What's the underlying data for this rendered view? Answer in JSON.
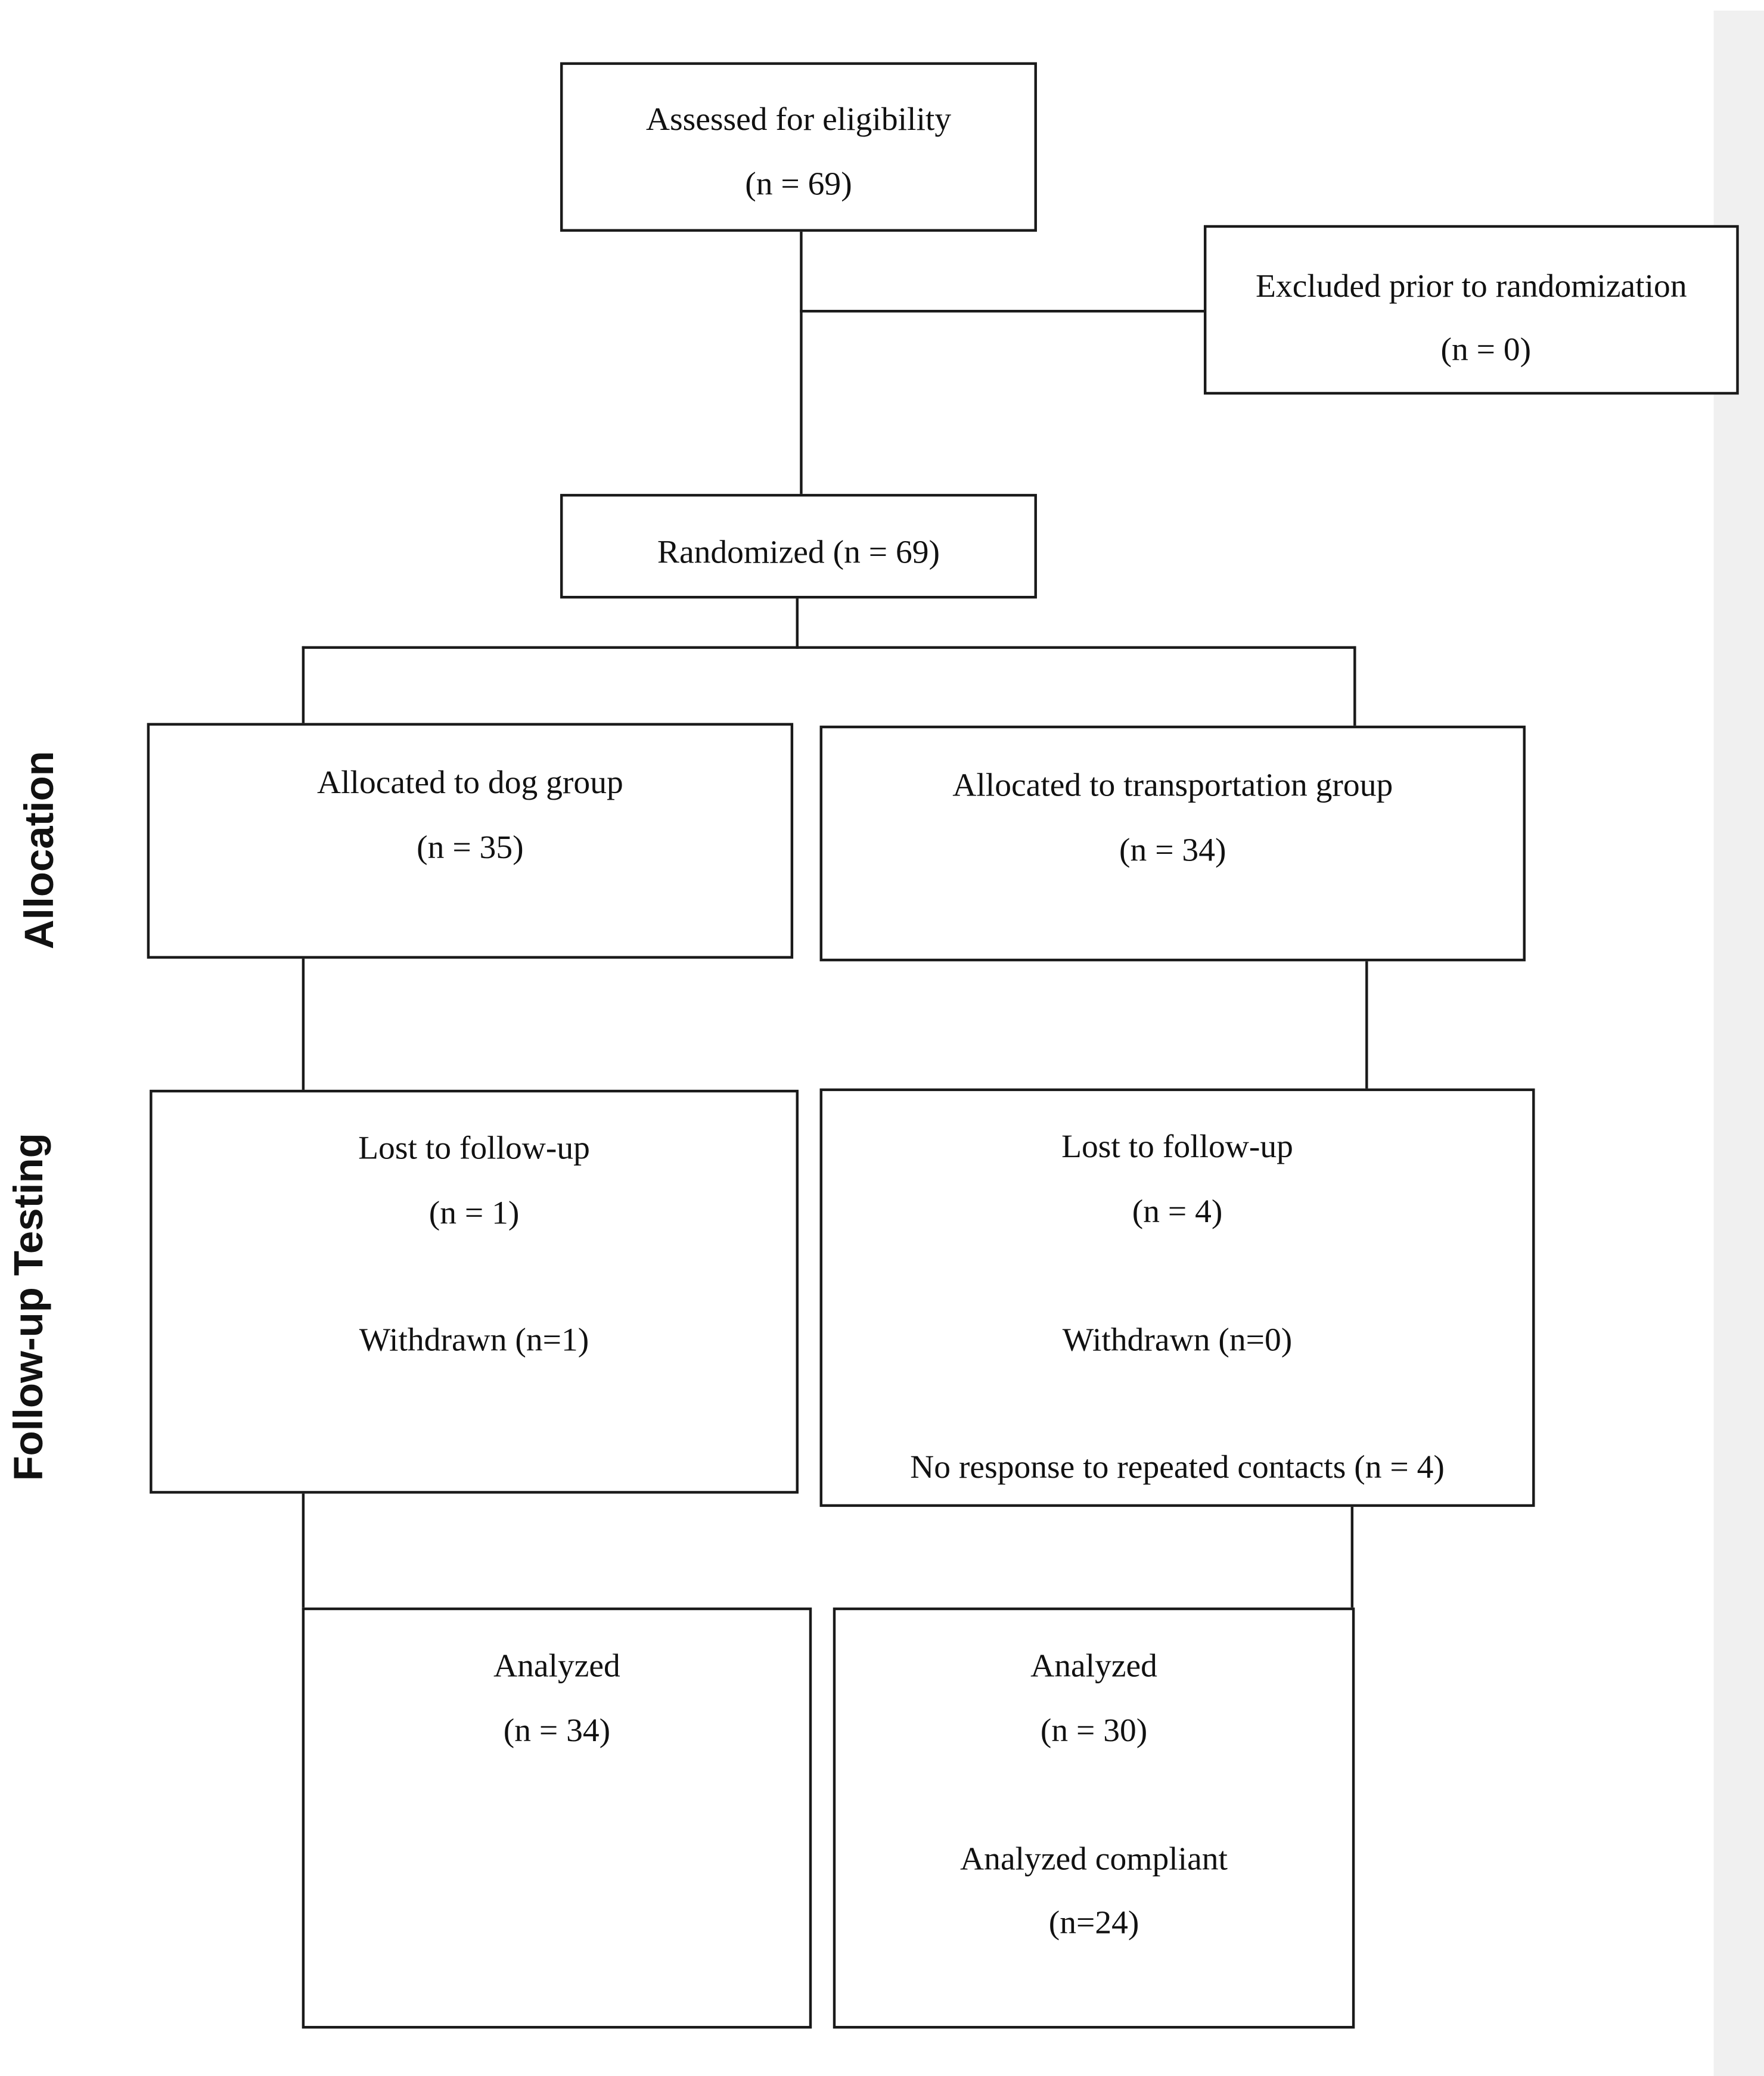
{
  "side_labels": {
    "allocation": "Allocation",
    "follow_up": "Follow-up Testing"
  },
  "boxes": {
    "eligibility": {
      "title": "Assessed for eligibility",
      "n": "(n = 69)"
    },
    "excluded": {
      "title": "Excluded prior to randomization",
      "n": "(n = 0)"
    },
    "randomized": {
      "title": "Randomized (n = 69)"
    },
    "dog_group": {
      "title": "Allocated to dog group",
      "n": "(n = 35)"
    },
    "transport_group": {
      "title": "Allocated to transportation group",
      "n": "(n = 34)"
    },
    "dog_followup": {
      "lost": "Lost to follow-up",
      "lost_n": "(n = 1)",
      "withdrawn": "Withdrawn (n=1)"
    },
    "transport_followup": {
      "lost": "Lost to follow-up",
      "lost_n": "(n = 4)",
      "withdrawn": "Withdrawn (n=0)",
      "no_response": "No response to repeated contacts (n = 4)"
    },
    "dog_analyzed": {
      "title": "Analyzed",
      "n": "(n = 34)"
    },
    "transport_analyzed": {
      "title": "Analyzed",
      "n": "(n = 30)",
      "compliant": "Analyzed compliant",
      "compliant_n": "(n=24)"
    }
  }
}
